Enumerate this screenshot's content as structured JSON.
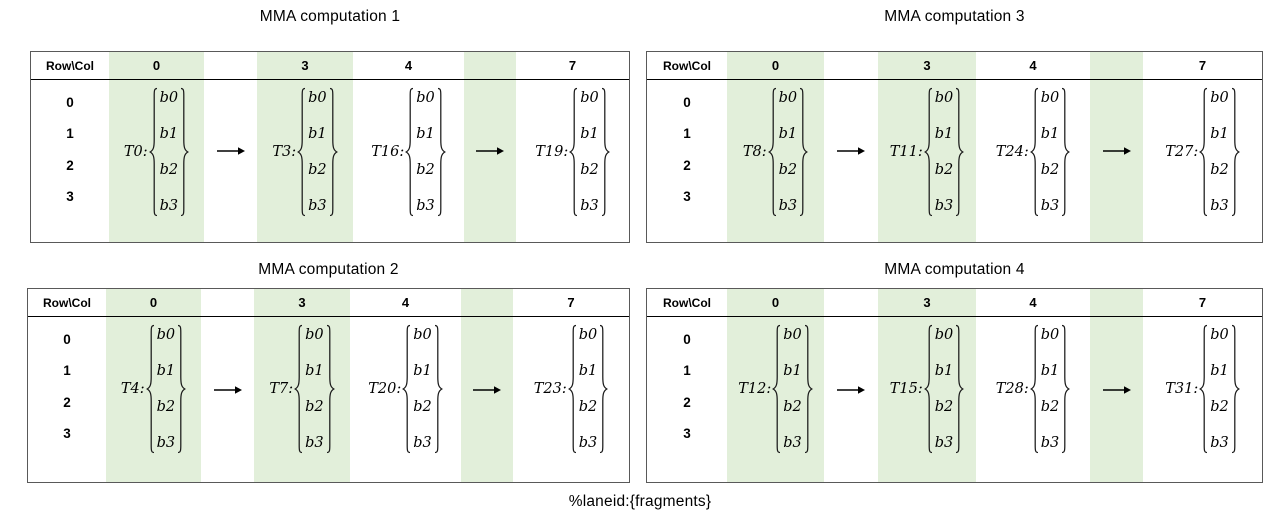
{
  "colors": {
    "highlight_green": "#e2efda",
    "table_border_gray": "#595959",
    "text": "#000000"
  },
  "caption": "%laneid:{fragments}",
  "header": {
    "corner": "Row\\Col",
    "cols": [
      "0",
      "3",
      "4",
      "7"
    ]
  },
  "row_labels": [
    "0",
    "1",
    "2",
    "3"
  ],
  "panels": [
    {
      "title": "MMA computation 1",
      "fragments": [
        {
          "label": "T0:",
          "values": [
            "b0",
            "b1",
            "b2",
            "b3"
          ]
        },
        {
          "label": "T3:",
          "values": [
            "b0",
            "b1",
            "b2",
            "b3"
          ]
        },
        {
          "label": "T16:",
          "values": [
            "b0",
            "b1",
            "b2",
            "b3"
          ]
        },
        {
          "label": "T19:",
          "values": [
            "b0",
            "b1",
            "b2",
            "b3"
          ]
        }
      ]
    },
    {
      "title": "MMA computation 3",
      "fragments": [
        {
          "label": "T8:",
          "values": [
            "b0",
            "b1",
            "b2",
            "b3"
          ]
        },
        {
          "label": "T11:",
          "values": [
            "b0",
            "b1",
            "b2",
            "b3"
          ]
        },
        {
          "label": "T24:",
          "values": [
            "b0",
            "b1",
            "b2",
            "b3"
          ]
        },
        {
          "label": "T27:",
          "values": [
            "b0",
            "b1",
            "b2",
            "b3"
          ]
        }
      ]
    },
    {
      "title": "MMA computation 2",
      "fragments": [
        {
          "label": "T4:",
          "values": [
            "b0",
            "b1",
            "b2",
            "b3"
          ]
        },
        {
          "label": "T7:",
          "values": [
            "b0",
            "b1",
            "b2",
            "b3"
          ]
        },
        {
          "label": "T20:",
          "values": [
            "b0",
            "b1",
            "b2",
            "b3"
          ]
        },
        {
          "label": "T23:",
          "values": [
            "b0",
            "b1",
            "b2",
            "b3"
          ]
        }
      ]
    },
    {
      "title": "MMA computation 4",
      "fragments": [
        {
          "label": "T12:",
          "values": [
            "b0",
            "b1",
            "b2",
            "b3"
          ]
        },
        {
          "label": "T15:",
          "values": [
            "b0",
            "b1",
            "b2",
            "b3"
          ]
        },
        {
          "label": "T28:",
          "values": [
            "b0",
            "b1",
            "b2",
            "b3"
          ]
        },
        {
          "label": "T31:",
          "values": [
            "b0",
            "b1",
            "b2",
            "b3"
          ]
        }
      ]
    }
  ]
}
